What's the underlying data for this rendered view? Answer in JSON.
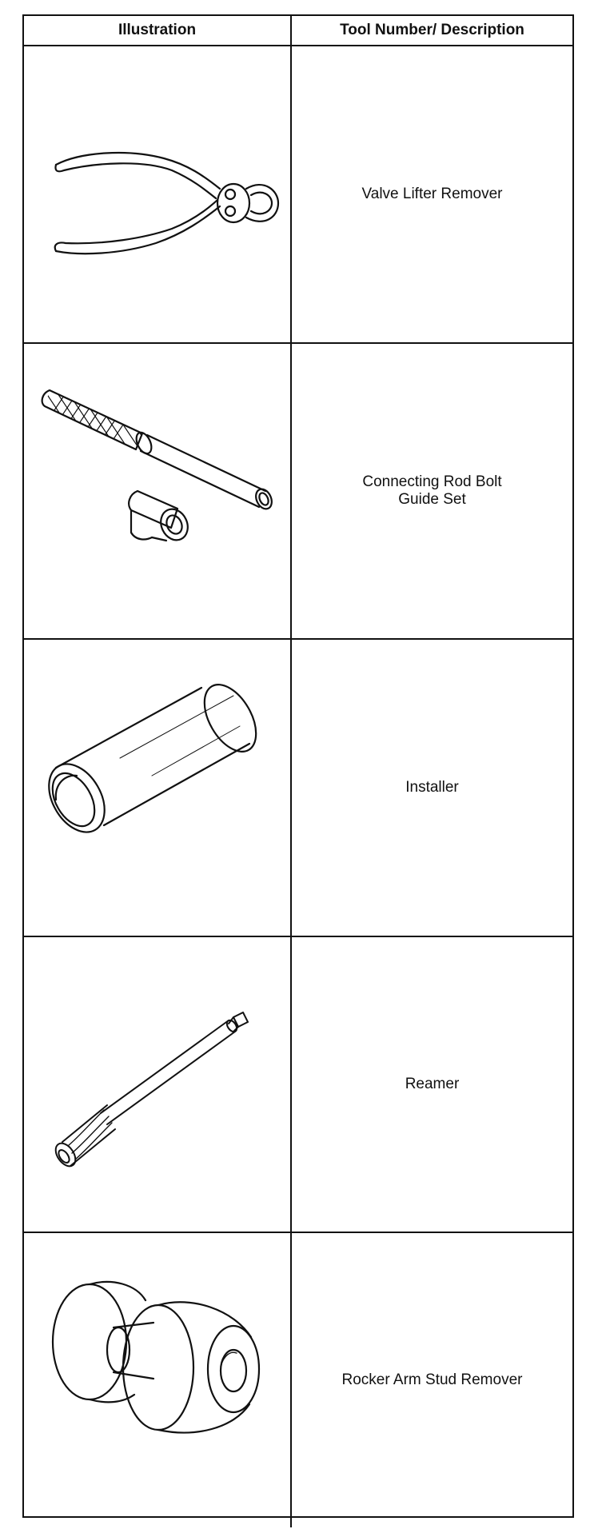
{
  "header": {
    "illustration_label": "Illustration",
    "description_label": "Tool Number/ Description"
  },
  "rows": [
    {
      "illustration_icon": "valve-lifter-remover-pliers",
      "description": "Valve Lifter Remover"
    },
    {
      "illustration_icon": "connecting-rod-bolt-guide-set",
      "description": "Connecting Rod Bolt\nGuide Set"
    },
    {
      "illustration_icon": "installer-cylinder",
      "description": "Installer"
    },
    {
      "illustration_icon": "reamer",
      "description": "Reamer"
    },
    {
      "illustration_icon": "rocker-arm-stud-remover",
      "description": "Rocker Arm Stud Remover"
    }
  ]
}
